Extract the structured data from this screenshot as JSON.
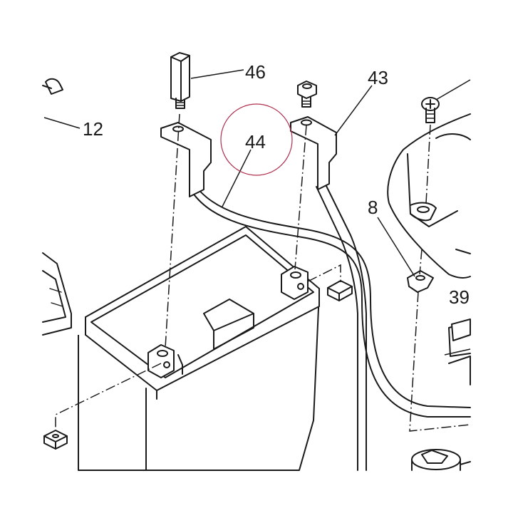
{
  "labels": {
    "part_46": "46",
    "part_43": "43",
    "part_12": "12",
    "part_44": "44",
    "part_8": "8",
    "part_39": "39"
  },
  "colors": {
    "line": "#1a1a1a",
    "highlight_circle": "#b03050",
    "background": "#ffffff"
  }
}
